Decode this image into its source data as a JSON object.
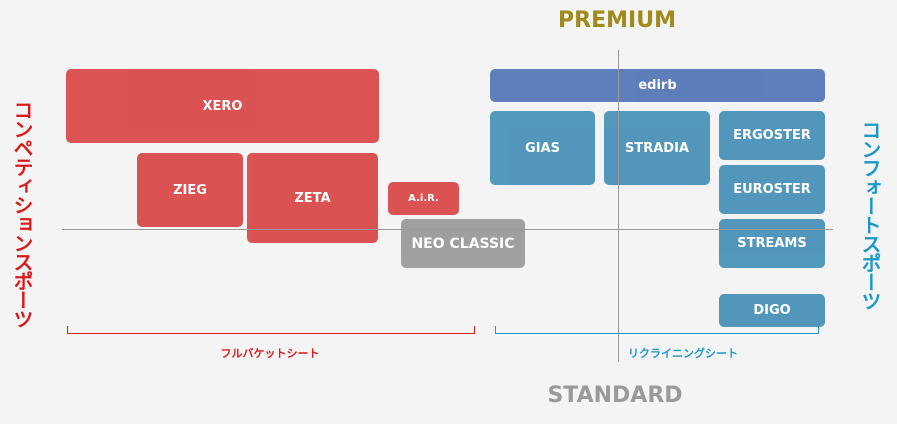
{
  "axes": {
    "top": "PREMIUM",
    "bottom": "STANDARD",
    "left": "コンペティションスポーツ",
    "right": "コンフォートスポーツ"
  },
  "groups": {
    "full_bucket": "フルバケットシート",
    "reclining": "リクライニングシート"
  },
  "products": {
    "xero": "XERO",
    "zieg": "ZIEG",
    "zeta": "ZETA",
    "air": "A.i.R.",
    "neo_classic": "NEO CLASSIC",
    "edirb": "edirb",
    "gias": "GIAS",
    "stradia": "STRADIA",
    "ergoster": "ERGOSTER",
    "euroster": "EUROSTER",
    "streams": "STREAMS",
    "digo": "DIGO"
  },
  "colors": {
    "competition": "#d94a4a",
    "comfort": "#4a93b8",
    "premium": "#a08a1a",
    "standard": "#9a9a9a"
  }
}
